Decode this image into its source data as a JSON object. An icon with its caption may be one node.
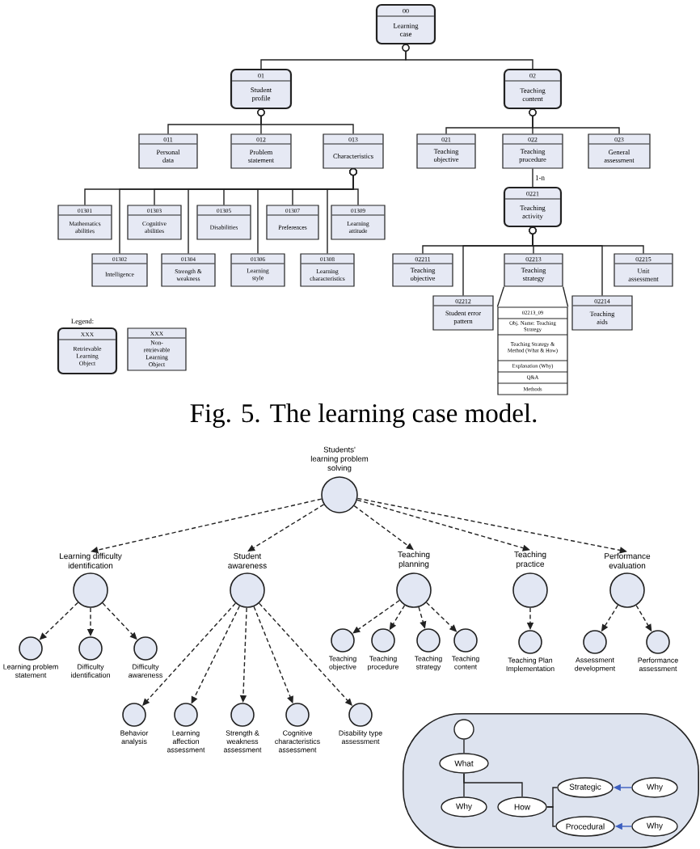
{
  "diagram": {
    "caption": "Fig. 5. The learning case model.",
    "nodes": [
      {
        "text": [
          "00",
          "Learning case"
        ]
      },
      {
        "text": [
          "01",
          "Student profile"
        ]
      },
      {
        "text": [
          "02",
          "Teaching content"
        ]
      },
      {
        "text": [
          "011",
          "Personal data"
        ]
      },
      {
        "text": [
          "012",
          "Problem statement"
        ]
      },
      {
        "text": [
          "013",
          "Characteristics"
        ]
      },
      {
        "text": [
          "021",
          "Teaching objective"
        ]
      },
      {
        "text": [
          "022",
          "Teaching procedure"
        ]
      },
      {
        "text": [
          "023",
          "General assessment"
        ]
      },
      {
        "text": [
          "0221",
          "Teaching activity"
        ]
      },
      {
        "text": [
          "01301",
          "Mathematics abilities"
        ]
      },
      {
        "text": [
          "01303",
          "Cognitive abilities"
        ]
      },
      {
        "text": [
          "01305",
          "Disabilities"
        ]
      },
      {
        "text": [
          "01307",
          "Preferences"
        ]
      },
      {
        "text": [
          "01309",
          "Learning attitude"
        ]
      },
      {
        "text": [
          "02211",
          "Teaching objective"
        ]
      },
      {
        "text": [
          "02213",
          "Teaching strategy"
        ]
      },
      {
        "text": [
          "02215",
          "Unit assessment"
        ]
      },
      {
        "text": [
          "01302",
          "Intelligence"
        ]
      },
      {
        "text": [
          "01304",
          "Strength & weakness"
        ]
      },
      {
        "text": [
          "01306",
          "Learning style"
        ]
      },
      {
        "text": [
          "01308",
          "Learning characteristics"
        ]
      },
      {
        "text": [
          "02212",
          "Student error pattern"
        ]
      },
      {
        "text": [
          "02214",
          "Teaching aids"
        ]
      },
      {
        "text": [
          "02213_09",
          "Obj. Name: Teaching Strategy",
          "Teaching Strategy & Method (What & How)",
          "Explanation (Why)",
          "Q&A",
          "Methods"
        ]
      },
      {
        "text": [
          "Students' learning problem solving"
        ]
      },
      {
        "text": [
          "Learning difficulty identification"
        ]
      },
      {
        "text": [
          "Student awareness"
        ]
      },
      {
        "text": [
          "Teaching planning"
        ]
      },
      {
        "text": [
          "Teaching practice"
        ]
      },
      {
        "text": [
          "Performance evaluation"
        ]
      },
      {
        "text": [
          "Learning problem statement"
        ]
      },
      {
        "text": [
          "Difficulty identification"
        ]
      },
      {
        "text": [
          "Difficulty awareness"
        ]
      },
      {
        "text": [
          "Teaching objective"
        ]
      },
      {
        "text": [
          "Teaching procedure"
        ]
      },
      {
        "text": [
          "Teaching strategy"
        ]
      },
      {
        "text": [
          "Teaching content"
        ]
      },
      {
        "text": [
          "Teaching Plan Implementation"
        ]
      },
      {
        "text": [
          "Assessment development"
        ]
      },
      {
        "text": [
          "Performance assessment"
        ]
      },
      {
        "text": [
          "Behavior analysis"
        ]
      },
      {
        "text": [
          "Learning affection assessment"
        ]
      },
      {
        "text": [
          "Strength & weakness assessment"
        ]
      },
      {
        "text": [
          "Cognitive characteristics assessment"
        ]
      },
      {
        "text": [
          "Disability type assessment"
        ]
      },
      {
        "text": [],
        "shape": "box"
      },
      {
        "text": [],
        "shape": "circle",
        "in": 46
      },
      {
        "text": [
          "What"
        ],
        "in": 46
      },
      {
        "text": [
          "Why"
        ],
        "in": 46
      },
      {
        "text": [
          "How"
        ],
        "in": 46
      },
      {
        "text": [
          "Strategic"
        ],
        "in": 46
      },
      {
        "text": [
          "Why"
        ],
        "in": 46
      },
      {
        "text": [
          "Procedural"
        ],
        "in": 46
      },
      {
        "text": [
          "Why"
        ],
        "in": 46
      }
    ],
    "edges": [
      {
        "from": 0,
        "to": 1,
        "arrow": "other"
      },
      {
        "from": 0,
        "to": 2,
        "arrow": "other"
      },
      {
        "from": 1,
        "to": 3,
        "arrow": "other"
      },
      {
        "from": 1,
        "to": 4,
        "arrow": "other"
      },
      {
        "from": 1,
        "to": 5,
        "arrow": "other"
      },
      {
        "from": 2,
        "to": 6,
        "arrow": "other"
      },
      {
        "from": 2,
        "to": 7,
        "arrow": "other"
      },
      {
        "from": 2,
        "to": 8,
        "arrow": "other"
      },
      {
        "from": 7,
        "to": 9,
        "arrow": "none",
        "label": "1-n"
      },
      {
        "from": 5,
        "to": 10,
        "arrow": "other"
      },
      {
        "from": 5,
        "to": 18,
        "arrow": "other"
      },
      {
        "from": 5,
        "to": 11,
        "arrow": "other"
      },
      {
        "from": 5,
        "to": 19,
        "arrow": "other"
      },
      {
        "from": 5,
        "to": 12,
        "arrow": "other"
      },
      {
        "from": 5,
        "to": 20,
        "arrow": "other"
      },
      {
        "from": 5,
        "to": 13,
        "arrow": "other"
      },
      {
        "from": 5,
        "to": 21,
        "arrow": "other"
      },
      {
        "from": 5,
        "to": 14,
        "arrow": "other"
      },
      {
        "from": 9,
        "to": 15,
        "arrow": "other"
      },
      {
        "from": 9,
        "to": 22,
        "arrow": "other"
      },
      {
        "from": 9,
        "to": 16,
        "arrow": "other"
      },
      {
        "from": 9,
        "to": 23,
        "arrow": "other"
      },
      {
        "from": 9,
        "to": 17,
        "arrow": "other"
      },
      {
        "from": 16,
        "to": 24,
        "arrow": "none"
      },
      {
        "from": 16,
        "to": 24,
        "arrow": "none"
      },
      {
        "from": 25,
        "to": 26,
        "arrow": "to",
        "style": "dashed"
      },
      {
        "from": 25,
        "to": 27,
        "arrow": "to",
        "style": "dashed"
      },
      {
        "from": 25,
        "to": 28,
        "arrow": "to",
        "style": "dashed"
      },
      {
        "from": 25,
        "to": 29,
        "arrow": "to",
        "style": "dashed"
      },
      {
        "from": 25,
        "to": 30,
        "arrow": "to",
        "style": "dashed"
      },
      {
        "from": 26,
        "to": 31,
        "arrow": "to",
        "style": "dashed"
      },
      {
        "from": 26,
        "to": 32,
        "arrow": "to",
        "style": "dashed"
      },
      {
        "from": 26,
        "to": 33,
        "arrow": "to",
        "style": "dashed"
      },
      {
        "from": 27,
        "to": 41,
        "arrow": "to",
        "style": "dashed"
      },
      {
        "from": 27,
        "to": 42,
        "arrow": "to",
        "style": "dashed"
      },
      {
        "from": 27,
        "to": 43,
        "arrow": "to",
        "style": "dashed"
      },
      {
        "from": 27,
        "to": 44,
        "arrow": "to",
        "style": "dashed"
      },
      {
        "from": 27,
        "to": 45,
        "arrow": "to",
        "style": "dashed"
      },
      {
        "from": 28,
        "to": 34,
        "arrow": "to",
        "style": "dashed"
      },
      {
        "from": 28,
        "to": 35,
        "arrow": "to",
        "style": "dashed"
      },
      {
        "from": 28,
        "to": 36,
        "arrow": "to",
        "style": "dashed"
      },
      {
        "from": 28,
        "to": 37,
        "arrow": "to",
        "style": "dashed"
      },
      {
        "from": 29,
        "to": 38,
        "arrow": "to",
        "style": "dashed"
      },
      {
        "from": 30,
        "to": 39,
        "arrow": "to",
        "style": "dashed"
      },
      {
        "from": 30,
        "to": 40,
        "arrow": "to",
        "style": "dashed"
      },
      {
        "from": 47,
        "to": 48,
        "arrow": "none"
      },
      {
        "from": 48,
        "to": 49,
        "arrow": "none"
      },
      {
        "from": 48,
        "to": 50,
        "arrow": "none"
      },
      {
        "from": 50,
        "to": 51,
        "arrow": "none"
      },
      {
        "from": 50,
        "to": 53,
        "arrow": "none"
      },
      {
        "from": 52,
        "to": 51,
        "arrow": "to",
        "color": "#3d5fbf"
      },
      {
        "from": 54,
        "to": 53,
        "arrow": "to",
        "color": "#3d5fbf"
      }
    ],
    "labels": [
      "Legend:",
      "XXX",
      "XXX"
    ],
    "legend": [
      {
        "text": "Retrievable Learning Object"
      },
      {
        "text": "Non-retrievable Learning Object"
      }
    ]
  }
}
